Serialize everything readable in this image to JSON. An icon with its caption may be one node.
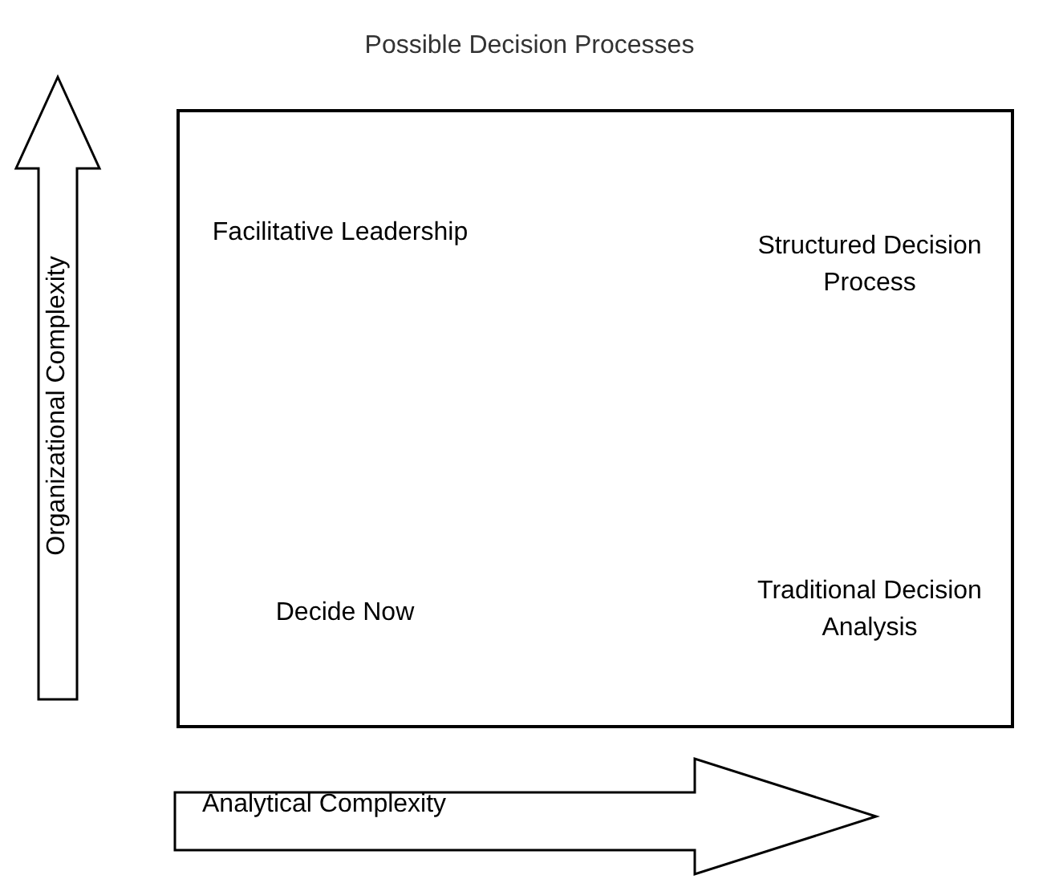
{
  "diagram": {
    "title": "Possible Decision Processes",
    "nodes": [
      {
        "text": [
          "Facilitative Leadership",
          "Structured Decision Process",
          "Decide Now",
          "Traditional Decision Analysis"
        ]
      },
      {
        "text": [
          "Organizational Complexity"
        ]
      },
      {
        "text": [
          "Analytical Complexity"
        ]
      }
    ]
  }
}
